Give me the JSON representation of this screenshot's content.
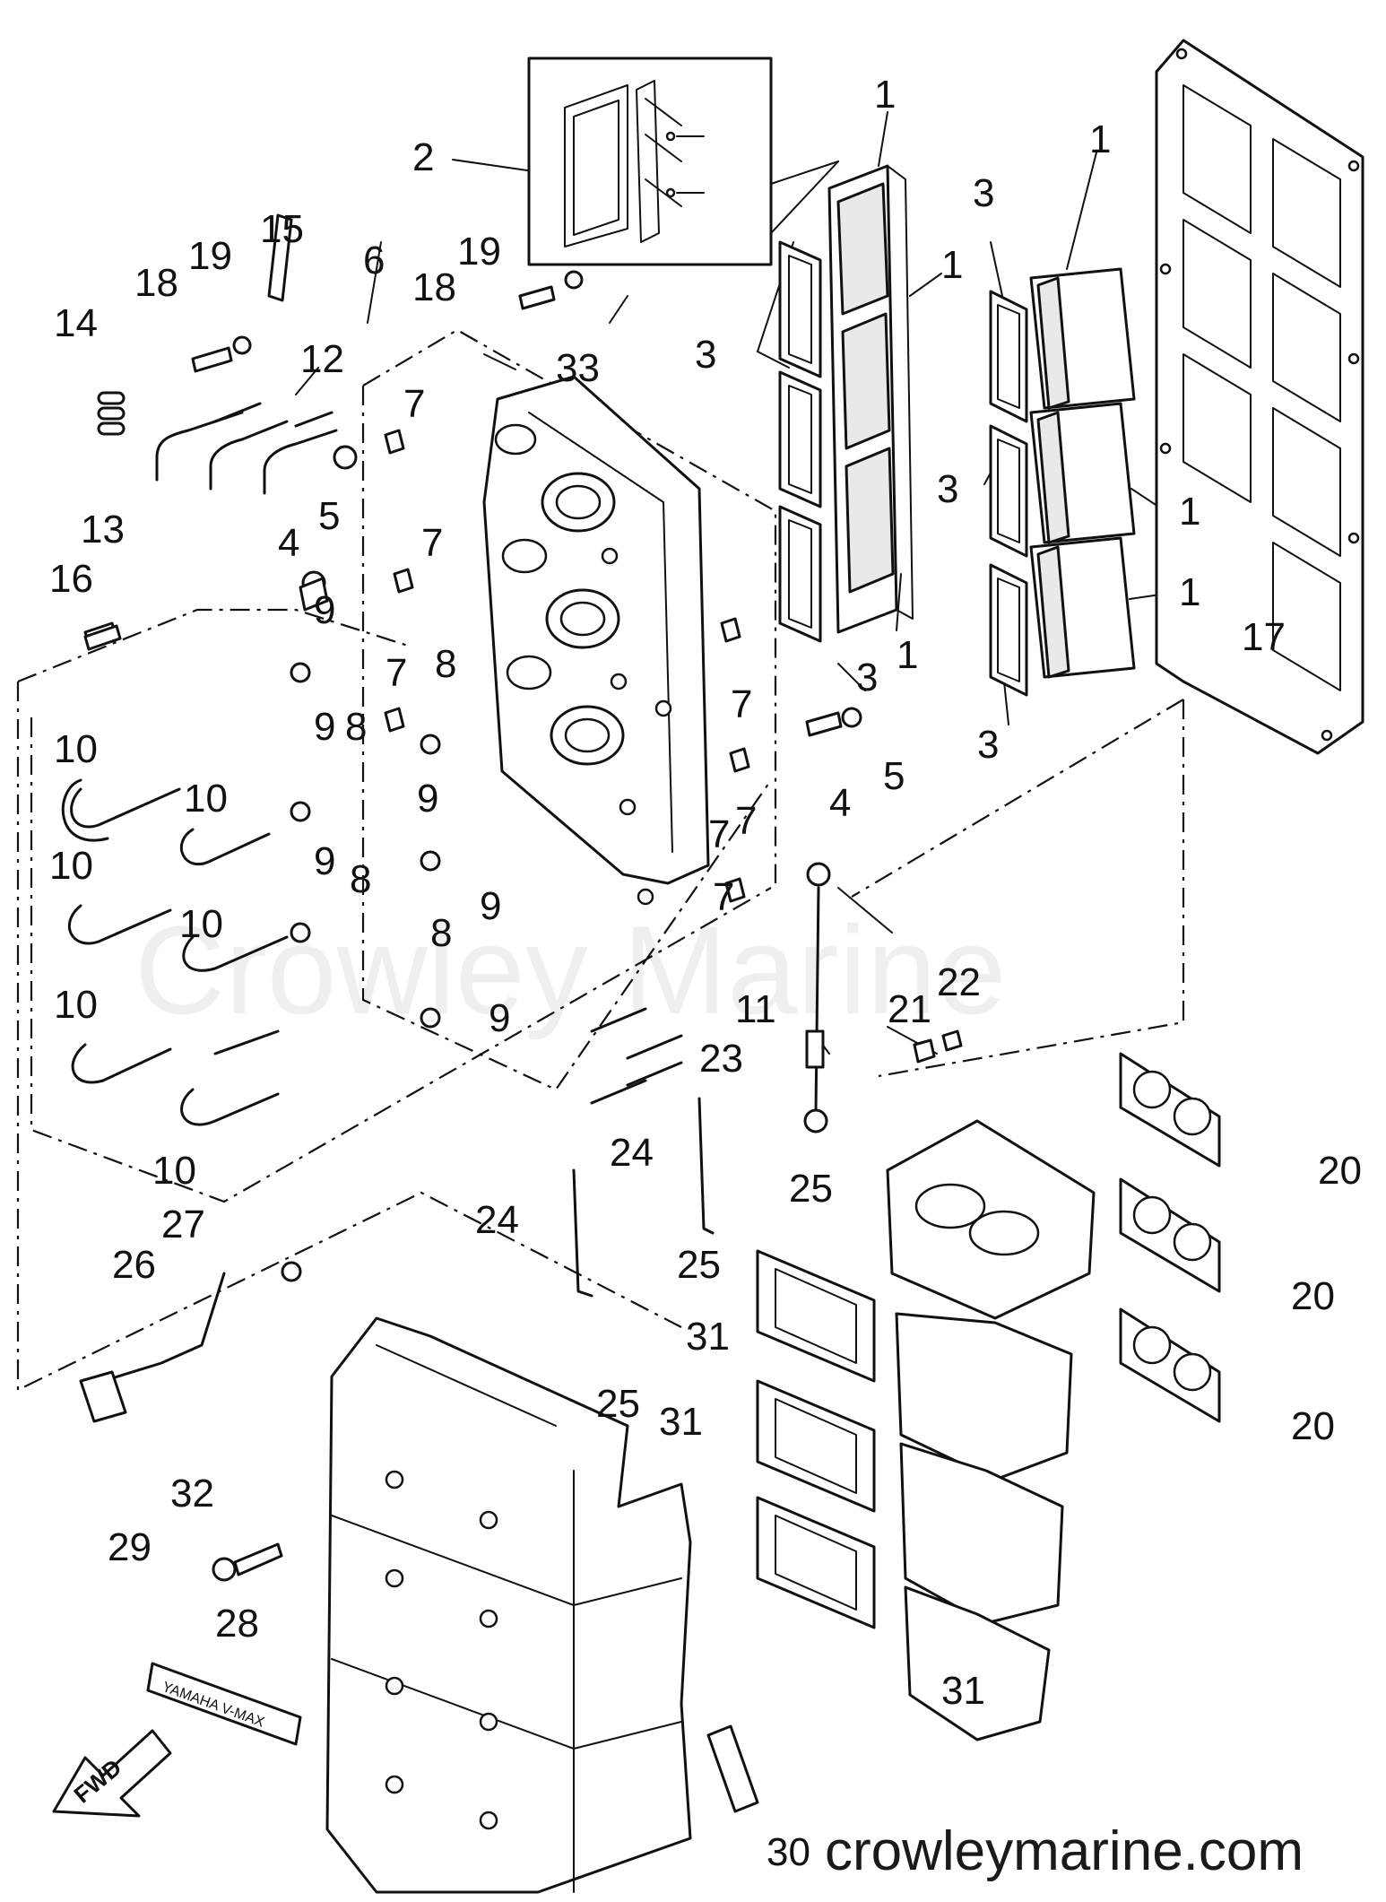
{
  "labels": {
    "l1a": "1",
    "l1b": "1",
    "l1c": "1",
    "l1d": "1",
    "l1e": "1",
    "l1f": "1",
    "l2": "2",
    "l3a": "3",
    "l3b": "3",
    "l3c": "3",
    "l3d": "3",
    "l3e": "3",
    "l4a": "4",
    "l4b": "4",
    "l5a": "5",
    "l5b": "5",
    "l6": "6",
    "l7a": "7",
    "l7b": "7",
    "l7c": "7",
    "l7d": "7",
    "l7e": "7",
    "l7f": "7",
    "l7g": "7",
    "l8a": "8",
    "l8b": "8",
    "l8c": "8",
    "l8d": "8",
    "l9a": "9",
    "l9b": "9",
    "l9c": "9",
    "l9d": "9",
    "l9e": "9",
    "l9f": "9",
    "l10a": "10",
    "l10b": "10",
    "l10c": "10",
    "l10d": "10",
    "l10e": "10",
    "l10f": "10",
    "l11": "11",
    "l12": "12",
    "l13": "13",
    "l14": "14",
    "l15": "15",
    "l16": "16",
    "l17": "17",
    "l18a": "18",
    "l18b": "18",
    "l19a": "19",
    "l19b": "19",
    "l20a": "20",
    "l20b": "20",
    "l20c": "20",
    "l21": "21",
    "l22": "22",
    "l23": "23",
    "l24a": "24",
    "l24b": "24",
    "l25a": "25",
    "l25b": "25",
    "l25c": "25",
    "l26": "26",
    "l27": "27",
    "l28": "28",
    "l29": "29",
    "l30": "30",
    "l31a": "31",
    "l31b": "31",
    "l31c": "31",
    "l32": "32",
    "l33": "33"
  },
  "watermark": "Crowley Marine",
  "website": "crowleymarine.com",
  "decal_text": "YAMAHA V-MAX",
  "fwd_arrow": "FWD"
}
